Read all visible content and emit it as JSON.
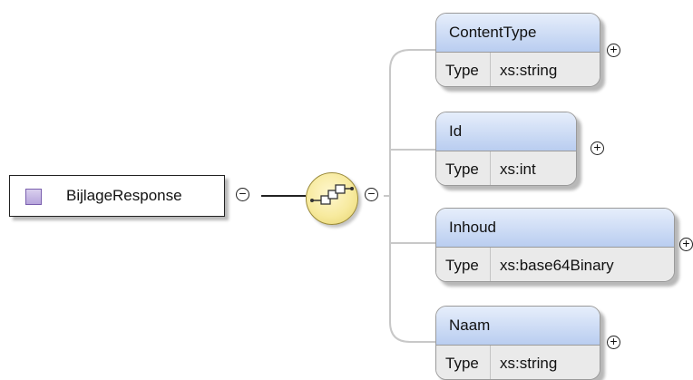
{
  "root": {
    "name": "BijlageResponse"
  },
  "compositor": {
    "kind": "sequence"
  },
  "toggles": {
    "collapse": "−",
    "expand": "+"
  },
  "elements": [
    {
      "name": "ContentType",
      "type_label": "Type",
      "type": "xs:string"
    },
    {
      "name": "Id",
      "type_label": "Type",
      "type": "xs:int"
    },
    {
      "name": "Inhoud",
      "type_label": "Type",
      "type": "xs:base64Binary"
    },
    {
      "name": "Naam",
      "type_label": "Type",
      "type": "xs:string"
    }
  ],
  "colors": {
    "element_header": "#b9cdf0",
    "element_body": "#eaeaea",
    "compositor_fill": "#f7ea9e",
    "root_icon": "#b7a5dc",
    "connector": "#c8c8c8"
  }
}
